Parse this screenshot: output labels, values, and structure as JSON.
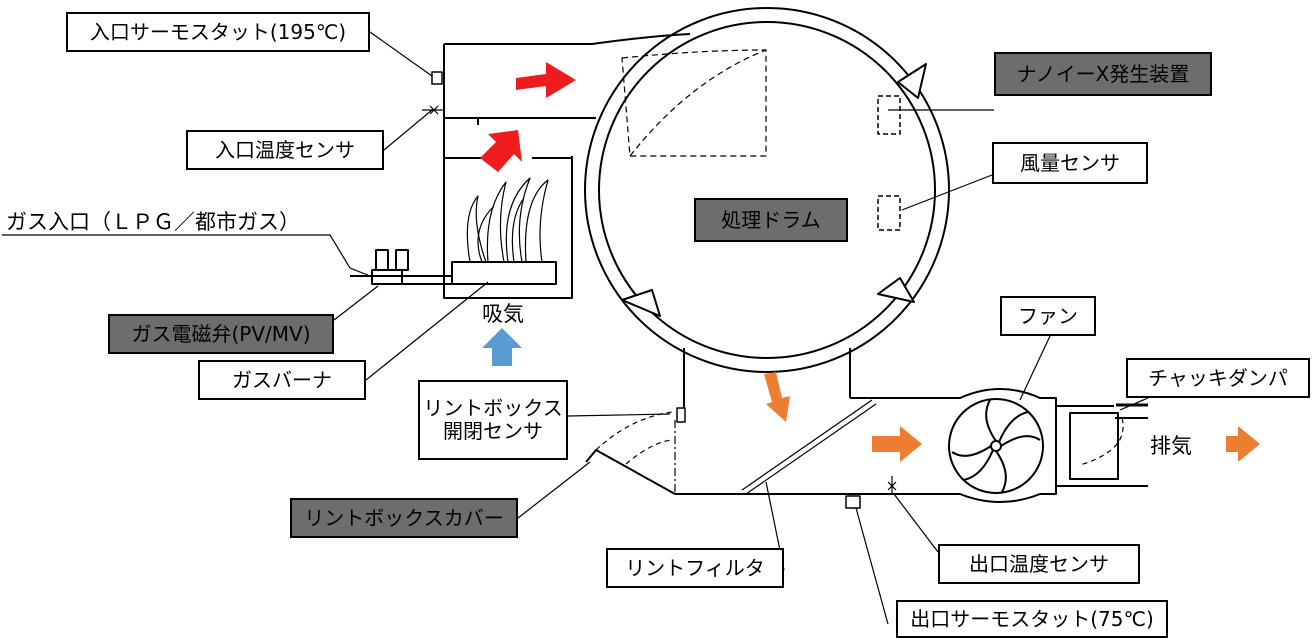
{
  "labels": {
    "inlet_thermostat": "入口サーモスタット(195℃)",
    "inlet_temp_sensor": "入口温度センサ",
    "gas_inlet": "ガス入口（ＬＰＧ／都市ガス）",
    "gas_solenoid_valve": "ガス電磁弁(PV/MV)",
    "gas_burner": "ガスバーナ",
    "intake": "吸気",
    "lint_box_sensor_line1": "リントボックス",
    "lint_box_sensor_line2": "開閉センサ",
    "lint_box_cover": "リントボックスカバー",
    "lint_filter": "リントフィルタ",
    "outlet_thermostat": "出口サーモスタット(75℃)",
    "outlet_temp_sensor": "出口温度センサ",
    "nanoe_generator": "ナノイーX発生装置",
    "airflow_sensor": "風量センサ",
    "drum": "処理ドラム",
    "fan": "ファン",
    "check_damper": "チャッキダンパ",
    "exhaust": "排気"
  },
  "colors": {
    "hot_arrow": "#ee1c1c",
    "flow_arrow": "#ed7d31",
    "intake_arrow": "#5b9bd5",
    "dark_label": "#6d6d6d"
  }
}
